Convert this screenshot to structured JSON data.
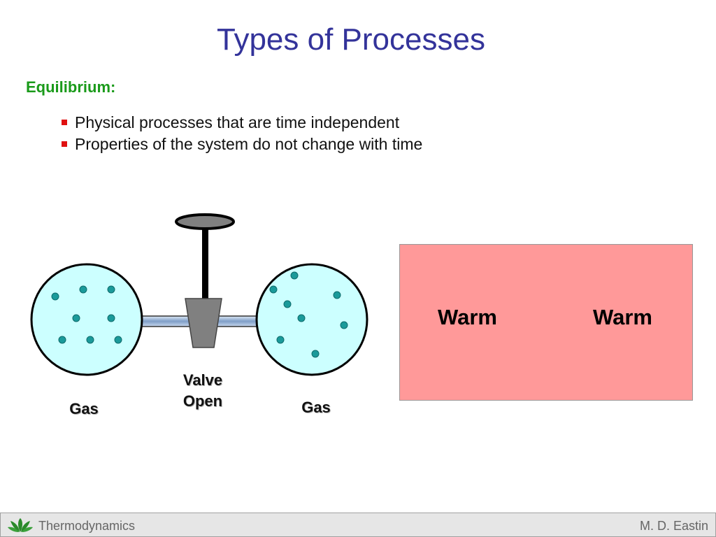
{
  "slide": {
    "title": "Types of Processes",
    "section_heading": "Equilibrium:",
    "bullets": [
      "Physical processes that are time independent",
      "Properties of the system do not change with time"
    ]
  },
  "diagram": {
    "valve_label_line1": "Valve",
    "valve_label_line2": "Open",
    "left_flask_label": "Gas",
    "right_flask_label": "Gas"
  },
  "comparison_box": {
    "left_label": "Warm",
    "right_label": "Warm",
    "fill_color": "#ff9999"
  },
  "footer": {
    "left_text": "Thermodynamics",
    "right_text": "M. D. Eastin",
    "logo_icon": "lotus-leaf-icon"
  },
  "colors": {
    "title": "#33339a",
    "section_heading": "#1a9a1a",
    "bullet_marker": "#e01010",
    "flask_fill": "#ccffff",
    "particle": "#1a9a9a"
  }
}
